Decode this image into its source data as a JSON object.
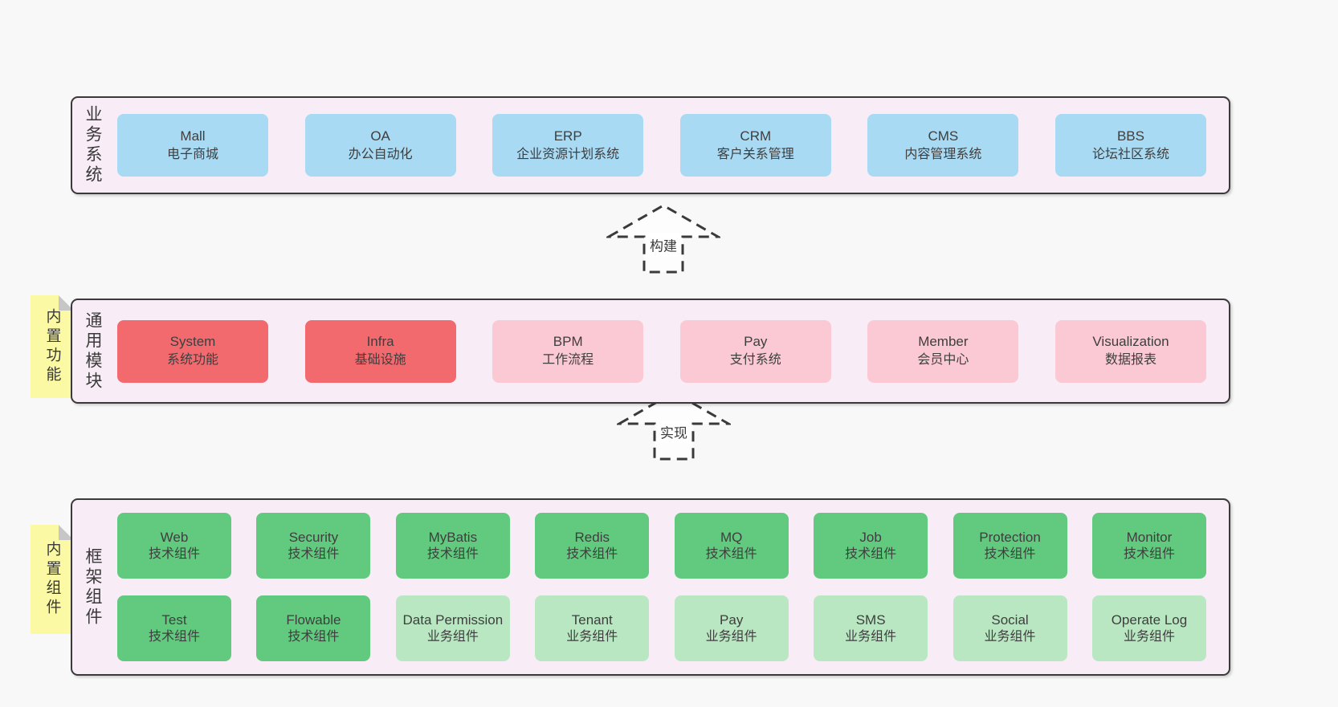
{
  "diagram": {
    "colors": {
      "page_background": "#f8f8f8",
      "band_background": "#f8edf6",
      "band_border": "#3a3a3a",
      "blue_box": "#a8daf3",
      "red_box": "#f26a6e",
      "pink_box": "#fbc9d3",
      "green_box": "#62ca7e",
      "light_green_box": "#b9e7c2",
      "sticky_note": "#fbf9a4"
    },
    "arrows": [
      {
        "label": "构建"
      },
      {
        "label": "实现"
      }
    ],
    "bands": [
      {
        "label": "业务系统",
        "boxes": [
          {
            "name": "Mall",
            "desc": "电子商城"
          },
          {
            "name": "OA",
            "desc": "办公自动化"
          },
          {
            "name": "ERP",
            "desc": "企业资源计划系统"
          },
          {
            "name": "CRM",
            "desc": "客户关系管理"
          },
          {
            "name": "CMS",
            "desc": "内容管理系统"
          },
          {
            "name": "BBS",
            "desc": "论坛社区系统"
          }
        ]
      },
      {
        "label": "通用模块",
        "sticky": "内置功能",
        "boxes": [
          {
            "name": "System",
            "desc": "系统功能"
          },
          {
            "name": "Infra",
            "desc": "基础设施"
          },
          {
            "name": "BPM",
            "desc": "工作流程"
          },
          {
            "name": "Pay",
            "desc": "支付系统"
          },
          {
            "name": "Member",
            "desc": "会员中心"
          },
          {
            "name": "Visualization",
            "desc": "数据报表"
          }
        ]
      },
      {
        "label": "框架组件",
        "sticky": "内置组件",
        "rows": [
          [
            {
              "name": "Web",
              "desc": "技术组件"
            },
            {
              "name": "Security",
              "desc": "技术组件"
            },
            {
              "name": "MyBatis",
              "desc": "技术组件"
            },
            {
              "name": "Redis",
              "desc": "技术组件"
            },
            {
              "name": "MQ",
              "desc": "技术组件"
            },
            {
              "name": "Job",
              "desc": "技术组件"
            },
            {
              "name": "Protection",
              "desc": "技术组件"
            },
            {
              "name": "Monitor",
              "desc": "技术组件"
            }
          ],
          [
            {
              "name": "Test",
              "desc": "技术组件"
            },
            {
              "name": "Flowable",
              "desc": "技术组件"
            },
            {
              "name": "Data Permission",
              "desc": "业务组件"
            },
            {
              "name": "Tenant",
              "desc": "业务组件"
            },
            {
              "name": "Pay",
              "desc": "业务组件"
            },
            {
              "name": "SMS",
              "desc": "业务组件"
            },
            {
              "name": "Social",
              "desc": "业务组件"
            },
            {
              "name": "Operate Log",
              "desc": "业务组件"
            }
          ]
        ]
      }
    ]
  }
}
